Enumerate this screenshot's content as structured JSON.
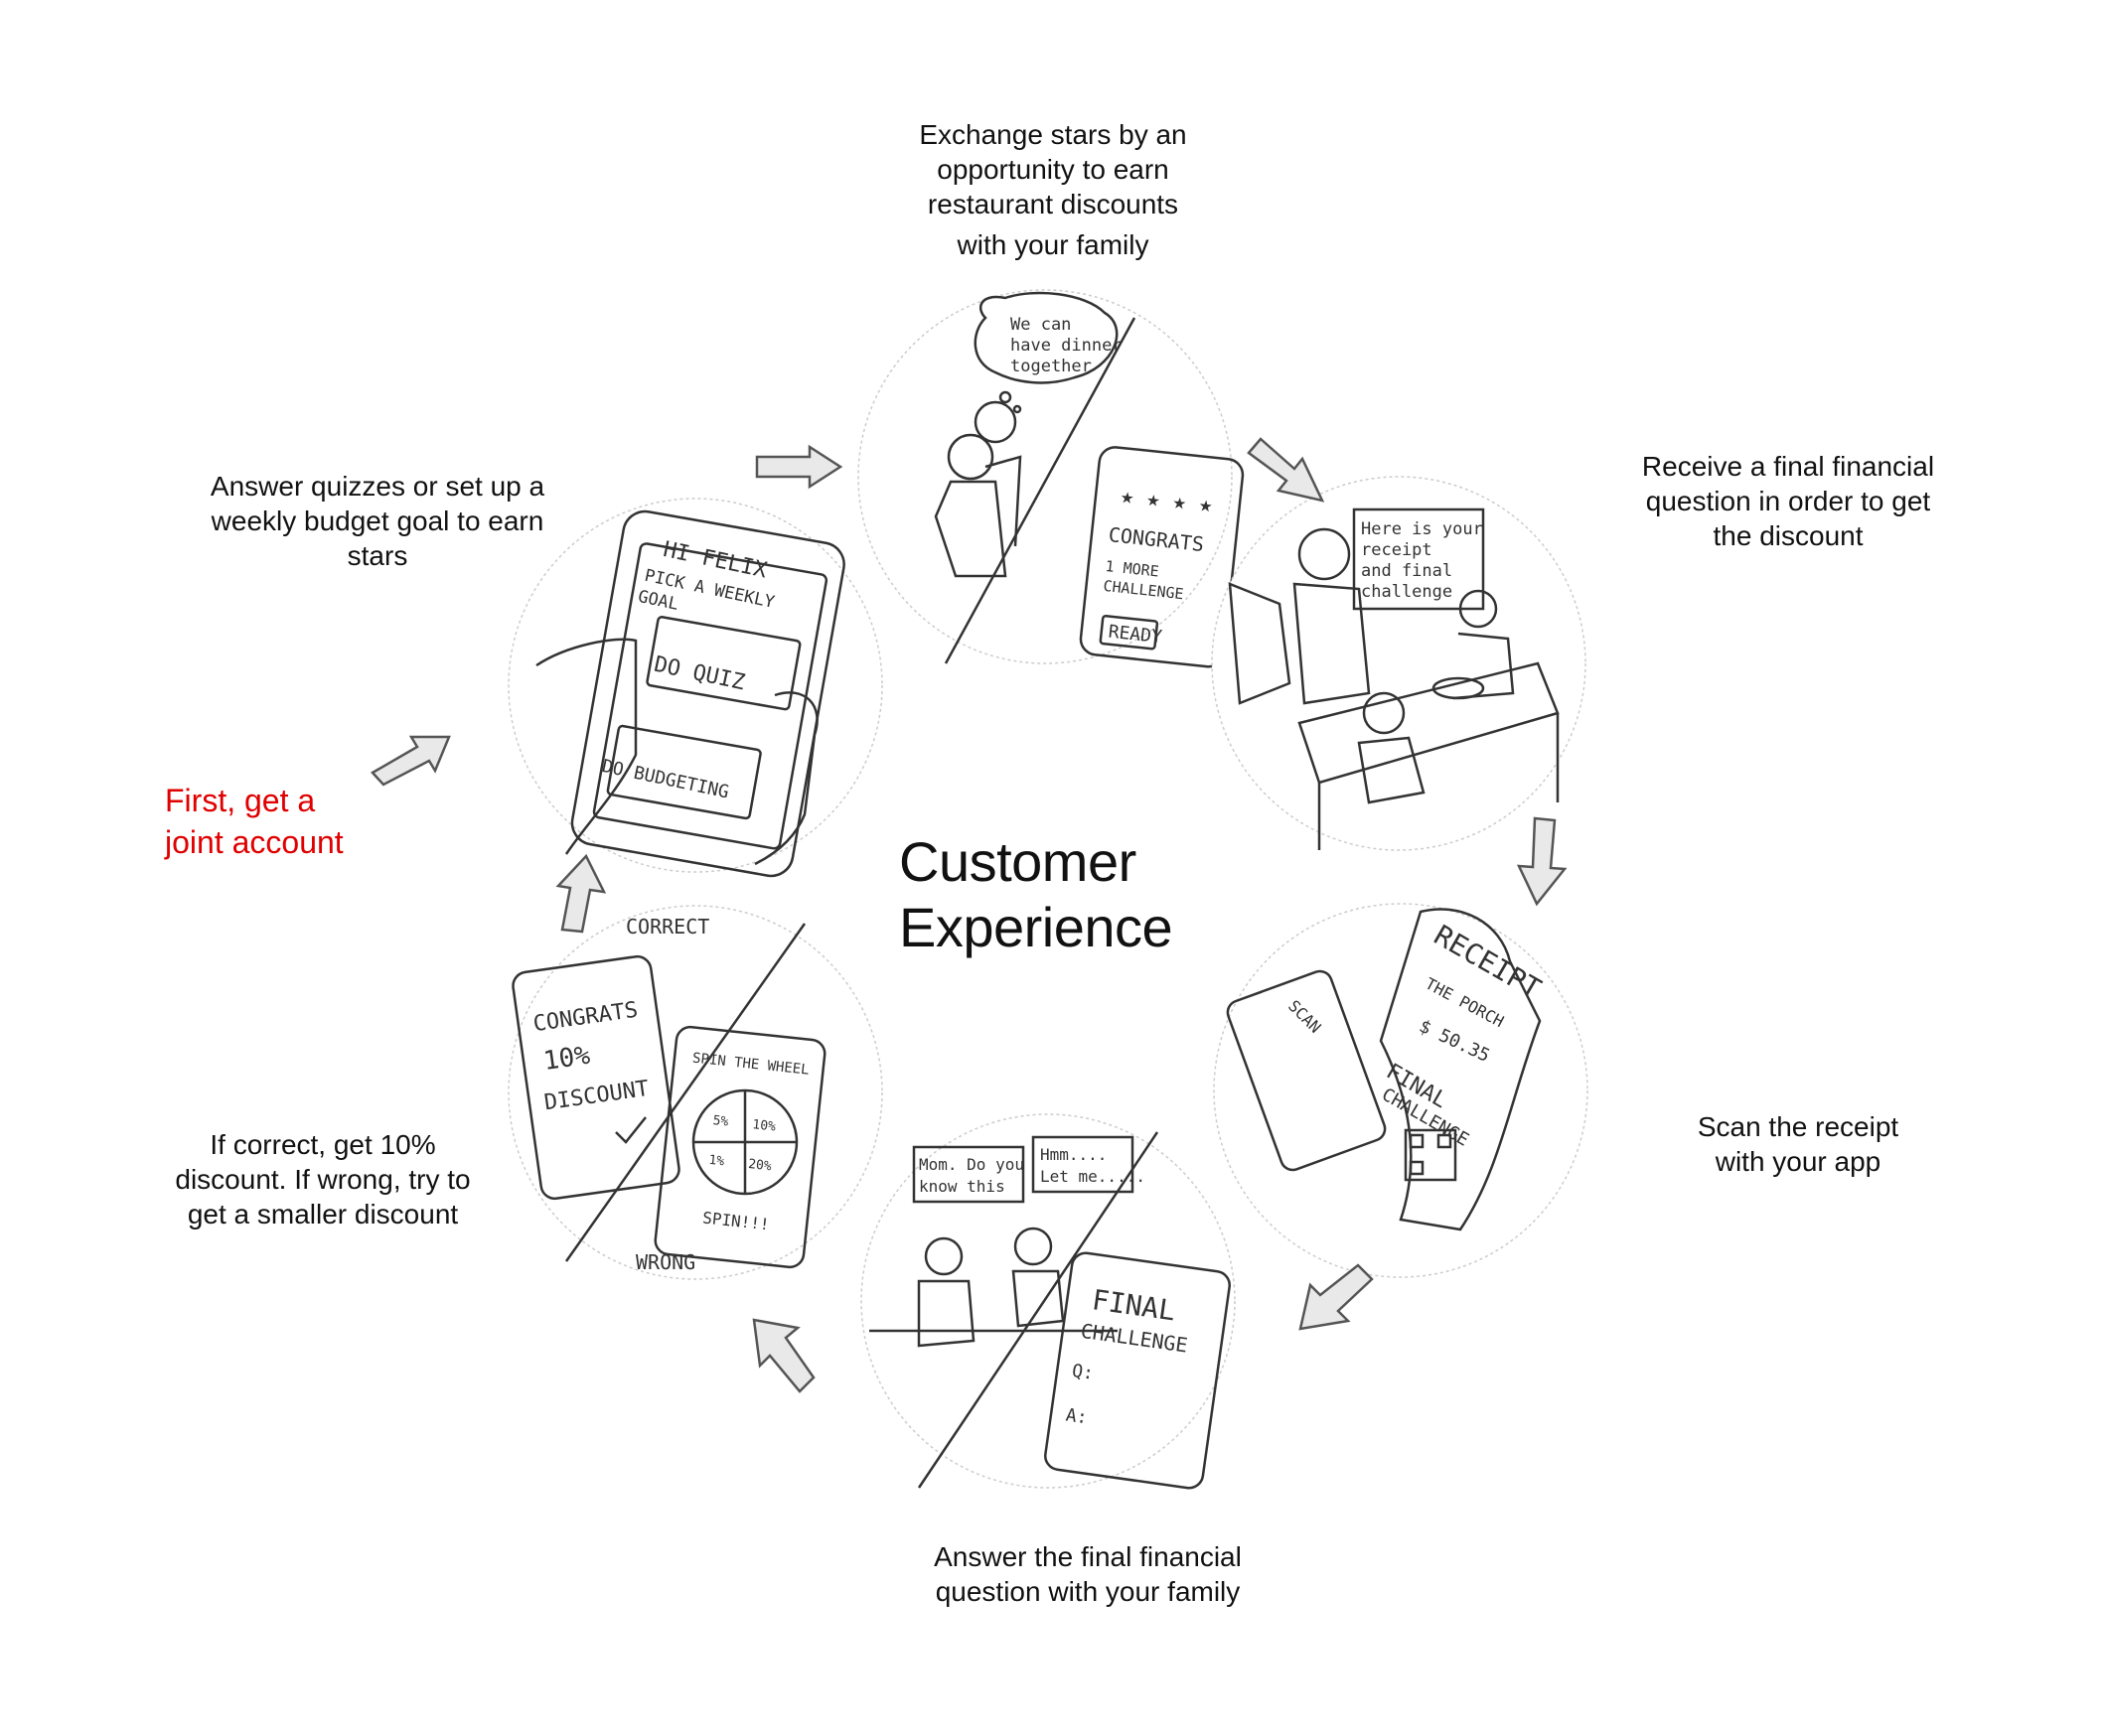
{
  "title": {
    "line1": "Customer",
    "line2": "Experience"
  },
  "start_note": {
    "line1": "First, get a",
    "line2": "joint account",
    "color": "#e00000"
  },
  "steps": [
    {
      "lines": [
        "Answer quizzes or set up a",
        "weekly budget goal to earn",
        "stars"
      ]
    },
    {
      "lines": [
        "Exchange stars by an",
        "opportunity to earn",
        "restaurant discounts",
        "with your family"
      ]
    },
    {
      "lines": [
        "Receive a final financial",
        "question in order to get",
        "the discount"
      ]
    },
    {
      "lines": [
        "Scan the receipt",
        "with your app"
      ]
    },
    {
      "lines": [
        "Answer the final financial",
        "question with your family"
      ]
    },
    {
      "lines": [
        "If correct, get 10%",
        "discount. If wrong, try to",
        "get a smaller discount"
      ]
    }
  ],
  "sketch_text": {
    "p1": {
      "greeting": "HI FELIX",
      "pick": "PICK A WEEKLY",
      "goal": "GOAL",
      "quiz": "DO QUIZ",
      "budget": "DO BUDGETING"
    },
    "p2": {
      "bubble1": "We can",
      "bubble2": "have dinner",
      "bubble3": "together",
      "stars": "★ ★ ★ ★",
      "congrats": "CONGRATS",
      "more": "1 MORE",
      "challenge": "CHALLENGE",
      "ready": "READY"
    },
    "p3": {
      "b1": "Here is your",
      "b2": "receipt",
      "b3": "and final",
      "b4": "challenge"
    },
    "p4": {
      "receipt": "RECEIPT",
      "place": "THE PORCH",
      "amount": "$ 50.35",
      "final": "FINAL",
      "challenge": "CHALLENGE",
      "scan": "SCAN"
    },
    "p5": {
      "q1": "Mom. Do you",
      "q2": "know this",
      "a1": "Hmm....",
      "a2": "Let me.....",
      "final": "FINAL",
      "challenge": "CHALLENGE",
      "q": "Q:",
      "a": "A:"
    },
    "p6": {
      "correct": "CORRECT",
      "congrats": "CONGRATS",
      "pct": "10%",
      "discount": "DISCOUNT",
      "spin": "SPIN THE WHEEL",
      "spinbtn": "SPIN!!!",
      "wrong": "WRONG",
      "w1": "10%",
      "w2": "5%",
      "w3": "20%",
      "w4": "1%"
    }
  },
  "colors": {
    "arrow_fill": "#e9e9e9",
    "arrow_stroke": "#555555",
    "sketch": "#333333",
    "accent_red": "#e00000"
  }
}
